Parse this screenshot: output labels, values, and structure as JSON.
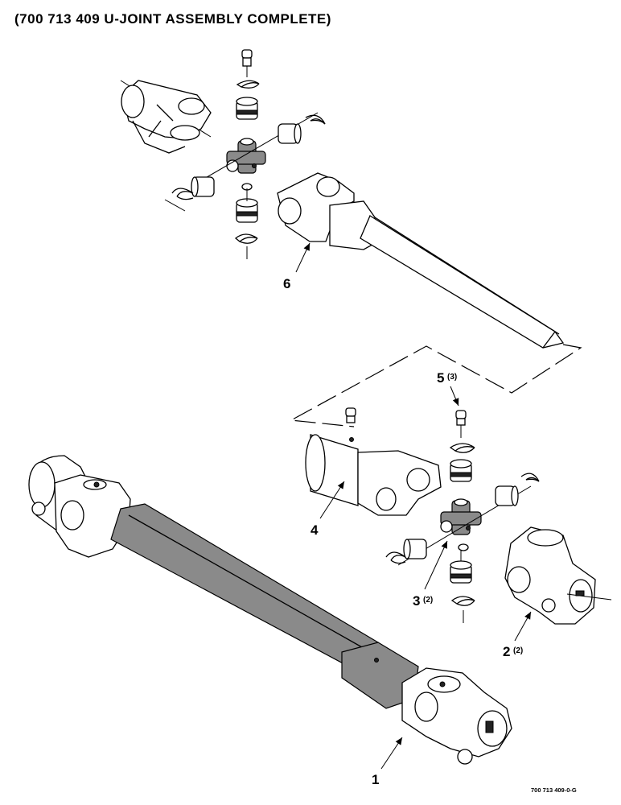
{
  "title": "(700 713 409 U-JOINT ASSEMBLY COMPLETE)",
  "figure_number": "700 713 409-0-G",
  "callouts": [
    {
      "id": "1",
      "label": "1",
      "qty": ""
    },
    {
      "id": "2",
      "label": "2",
      "qty": "(2)"
    },
    {
      "id": "3",
      "label": "3",
      "qty": "(2)"
    },
    {
      "id": "4",
      "label": "4",
      "qty": ""
    },
    {
      "id": "5",
      "label": "5",
      "qty": "(3)"
    },
    {
      "id": "6",
      "label": "6",
      "qty": ""
    }
  ]
}
